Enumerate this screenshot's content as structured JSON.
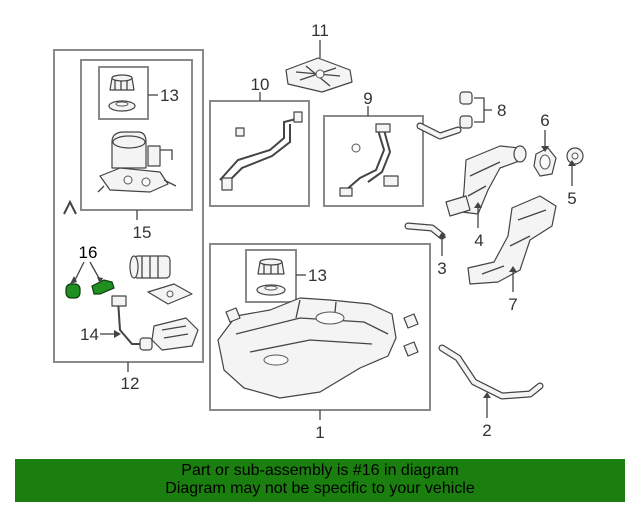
{
  "callouts": {
    "c1": "1",
    "c2": "2",
    "c3": "3",
    "c4": "4",
    "c5": "5",
    "c6": "6",
    "c7": "7",
    "c8": "8",
    "c9": "9",
    "c10": "10",
    "c11": "11",
    "c12": "12",
    "c13a": "13",
    "c13b": "13",
    "c14": "14",
    "c15": "15",
    "c16": "16"
  },
  "highlighted_part": "16",
  "colors": {
    "highlight": "#1f8f1f",
    "banner": "#1a7f0e",
    "line": "#444444",
    "frame": "#8a8a8a"
  },
  "banner": {
    "line1": "Part or sub-assembly is #16 in diagram",
    "line2": "Diagram may not be specific to your vehicle"
  }
}
